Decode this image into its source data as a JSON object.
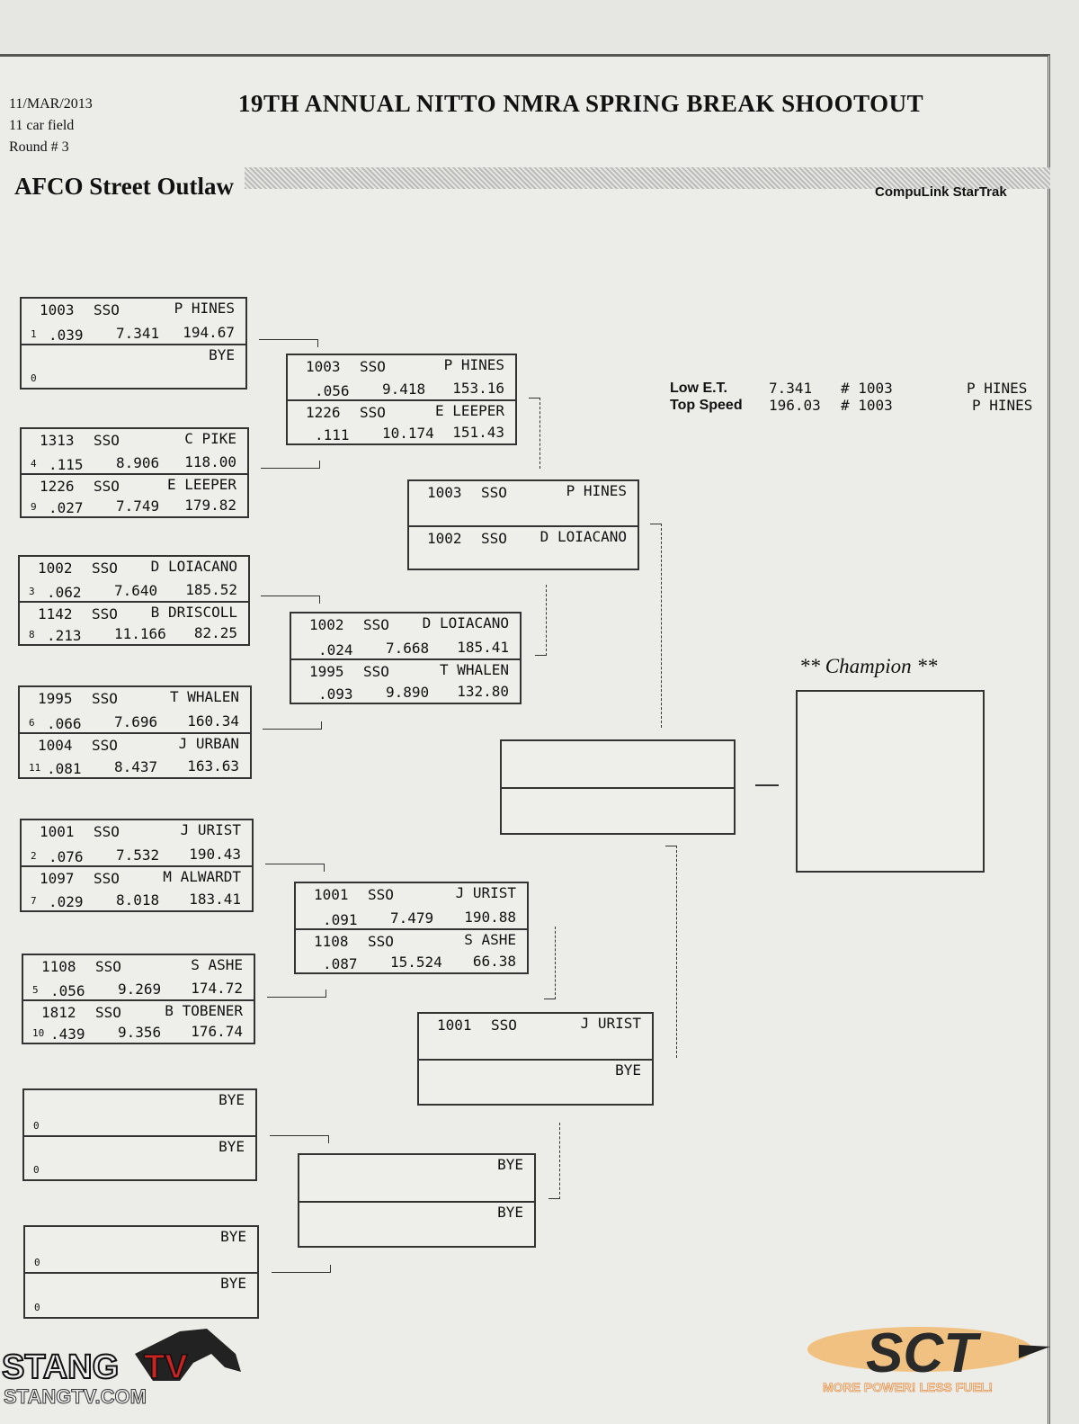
{
  "header": {
    "date": "11/MAR/2013",
    "field": "11 car field",
    "round": "Round # 3",
    "title": "19TH ANNUAL NITTO NMRA SPRING BREAK SHOOTOUT",
    "class_name": "AFCO Street Outlaw",
    "system": "CompuLink StarTrak"
  },
  "stats": {
    "low_et": {
      "label": "Low  E.T.",
      "value": "7.341",
      "car": "# 1003",
      "driver": "P HINES"
    },
    "top_speed": {
      "label": "Top Speed",
      "value": "196.03",
      "car": "# 1003",
      "driver": "P HINES"
    }
  },
  "round1": [
    {
      "top": {
        "car": "1003",
        "cls": "SSO",
        "driver": "P HINES",
        "seed": "1",
        "rt": ".039",
        "et": "7.341",
        "mph": "194.67"
      },
      "bottom": {
        "car": "",
        "cls": "",
        "driver": "BYE",
        "seed": "0",
        "rt": "",
        "et": "",
        "mph": ""
      }
    },
    {
      "top": {
        "car": "1313",
        "cls": "SSO",
        "driver": "C PIKE",
        "seed": "4",
        "rt": ".115",
        "et": "8.906",
        "mph": "118.00"
      },
      "bottom": {
        "car": "1226",
        "cls": "SSO",
        "driver": "E LEEPER",
        "seed": "9",
        "rt": ".027",
        "et": "7.749",
        "mph": "179.82"
      }
    },
    {
      "top": {
        "car": "1002",
        "cls": "SSO",
        "driver": "D LOIACANO",
        "seed": "3",
        "rt": ".062",
        "et": "7.640",
        "mph": "185.52"
      },
      "bottom": {
        "car": "1142",
        "cls": "SSO",
        "driver": "B DRISCOLL",
        "seed": "8",
        "rt": ".213",
        "et": "11.166",
        "mph": "82.25"
      }
    },
    {
      "top": {
        "car": "1995",
        "cls": "SSO",
        "driver": "T WHALEN",
        "seed": "6",
        "rt": ".066",
        "et": "7.696",
        "mph": "160.34"
      },
      "bottom": {
        "car": "1004",
        "cls": "SSO",
        "driver": "J URBAN",
        "seed": "11",
        "rt": ".081",
        "et": "8.437",
        "mph": "163.63"
      }
    },
    {
      "top": {
        "car": "1001",
        "cls": "SSO",
        "driver": "J URIST",
        "seed": "2",
        "rt": ".076",
        "et": "7.532",
        "mph": "190.43"
      },
      "bottom": {
        "car": "1097",
        "cls": "SSO",
        "driver": "M ALWARDT",
        "seed": "7",
        "rt": ".029",
        "et": "8.018",
        "mph": "183.41"
      }
    },
    {
      "top": {
        "car": "1108",
        "cls": "SSO",
        "driver": "S ASHE",
        "seed": "5",
        "rt": ".056",
        "et": "9.269",
        "mph": "174.72"
      },
      "bottom": {
        "car": "1812",
        "cls": "SSO",
        "driver": "B TOBENER",
        "seed": "10",
        "rt": ".439",
        "et": "9.356",
        "mph": "176.74"
      }
    },
    {
      "top": {
        "car": "",
        "cls": "",
        "driver": "BYE",
        "seed": "0",
        "rt": "",
        "et": "",
        "mph": ""
      },
      "bottom": {
        "car": "",
        "cls": "",
        "driver": "BYE",
        "seed": "0",
        "rt": "",
        "et": "",
        "mph": ""
      }
    },
    {
      "top": {
        "car": "",
        "cls": "",
        "driver": "BYE",
        "seed": "0",
        "rt": "",
        "et": "",
        "mph": ""
      },
      "bottom": {
        "car": "",
        "cls": "",
        "driver": "BYE",
        "seed": "0",
        "rt": "",
        "et": "",
        "mph": ""
      }
    }
  ],
  "round2": [
    {
      "top": {
        "car": "1003",
        "cls": "SSO",
        "driver": "P HINES",
        "rt": ".056",
        "et": "9.418",
        "mph": "153.16"
      },
      "bottom": {
        "car": "1226",
        "cls": "SSO",
        "driver": "E LEEPER",
        "rt": ".111",
        "et": "10.174",
        "mph": "151.43"
      }
    },
    {
      "top": {
        "car": "1002",
        "cls": "SSO",
        "driver": "D LOIACANO",
        "rt": ".024",
        "et": "7.668",
        "mph": "185.41"
      },
      "bottom": {
        "car": "1995",
        "cls": "SSO",
        "driver": "T WHALEN",
        "rt": ".093",
        "et": "9.890",
        "mph": "132.80"
      }
    },
    {
      "top": {
        "car": "1001",
        "cls": "SSO",
        "driver": "J URIST",
        "rt": ".091",
        "et": "7.479",
        "mph": "190.88"
      },
      "bottom": {
        "car": "1108",
        "cls": "SSO",
        "driver": "S ASHE",
        "rt": ".087",
        "et": "15.524",
        "mph": "66.38"
      }
    },
    {
      "top": {
        "car": "",
        "cls": "",
        "driver": "BYE",
        "rt": "",
        "et": "",
        "mph": ""
      },
      "bottom": {
        "car": "",
        "cls": "",
        "driver": "BYE",
        "rt": "",
        "et": "",
        "mph": ""
      }
    }
  ],
  "round3": [
    {
      "top": {
        "car": "1003",
        "cls": "SSO",
        "driver": "P HINES"
      },
      "bottom": {
        "car": "1002",
        "cls": "SSO",
        "driver": "D LOIACANO"
      }
    },
    {
      "top": {
        "car": "1001",
        "cls": "SSO",
        "driver": "J URIST"
      },
      "bottom": {
        "car": "",
        "cls": "",
        "driver": "BYE"
      }
    }
  ],
  "champion_label": "** Champion **",
  "logos": {
    "left": "STANGTV STANGTV.COM",
    "right": "SCT MORE POWER! LESS FUEL!"
  }
}
